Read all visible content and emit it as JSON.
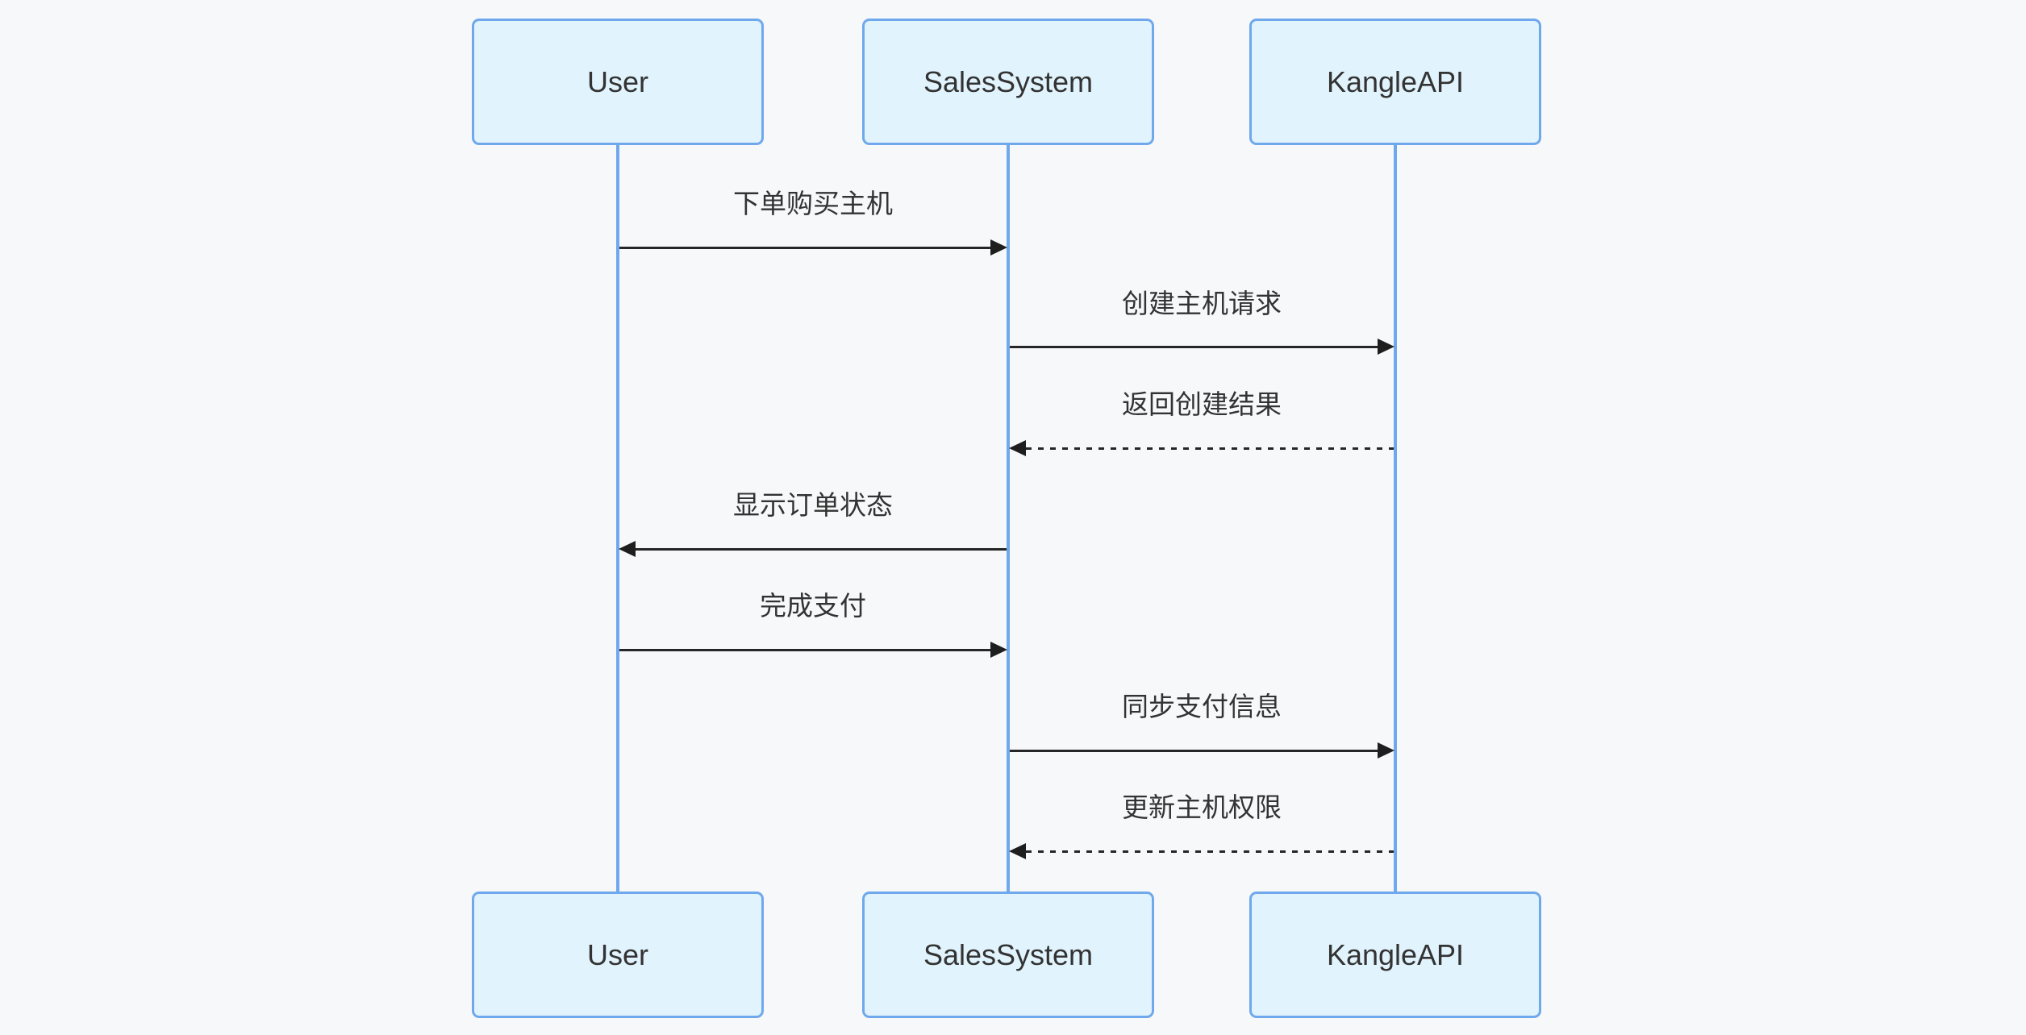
{
  "diagram": {
    "type": "sequence",
    "background_color": "#F7F8FA",
    "colors": {
      "actor_fill": "#E1F3FC",
      "actor_border": "#6FA8EC",
      "lifeline": "#6FA8EC",
      "message_line": "#262626",
      "text": "#333333"
    },
    "actors": [
      {
        "id": "user",
        "label": "User"
      },
      {
        "id": "sales-system",
        "label": "SalesSystem"
      },
      {
        "id": "kangle-api",
        "label": "KangleAPI"
      }
    ],
    "messages": [
      {
        "from": "User",
        "to": "SalesSystem",
        "label": "下单购买主机",
        "line": "solid",
        "direction": "right"
      },
      {
        "from": "SalesSystem",
        "to": "KangleAPI",
        "label": "创建主机请求",
        "line": "solid",
        "direction": "right"
      },
      {
        "from": "KangleAPI",
        "to": "SalesSystem",
        "label": "返回创建结果",
        "line": "dashed",
        "direction": "left"
      },
      {
        "from": "SalesSystem",
        "to": "User",
        "label": "显示订单状态",
        "line": "solid",
        "direction": "left"
      },
      {
        "from": "User",
        "to": "SalesSystem",
        "label": "完成支付",
        "line": "solid",
        "direction": "right"
      },
      {
        "from": "SalesSystem",
        "to": "KangleAPI",
        "label": "同步支付信息",
        "line": "solid",
        "direction": "right"
      },
      {
        "from": "KangleAPI",
        "to": "SalesSystem",
        "label": "更新主机权限",
        "line": "dashed",
        "direction": "left"
      }
    ]
  }
}
